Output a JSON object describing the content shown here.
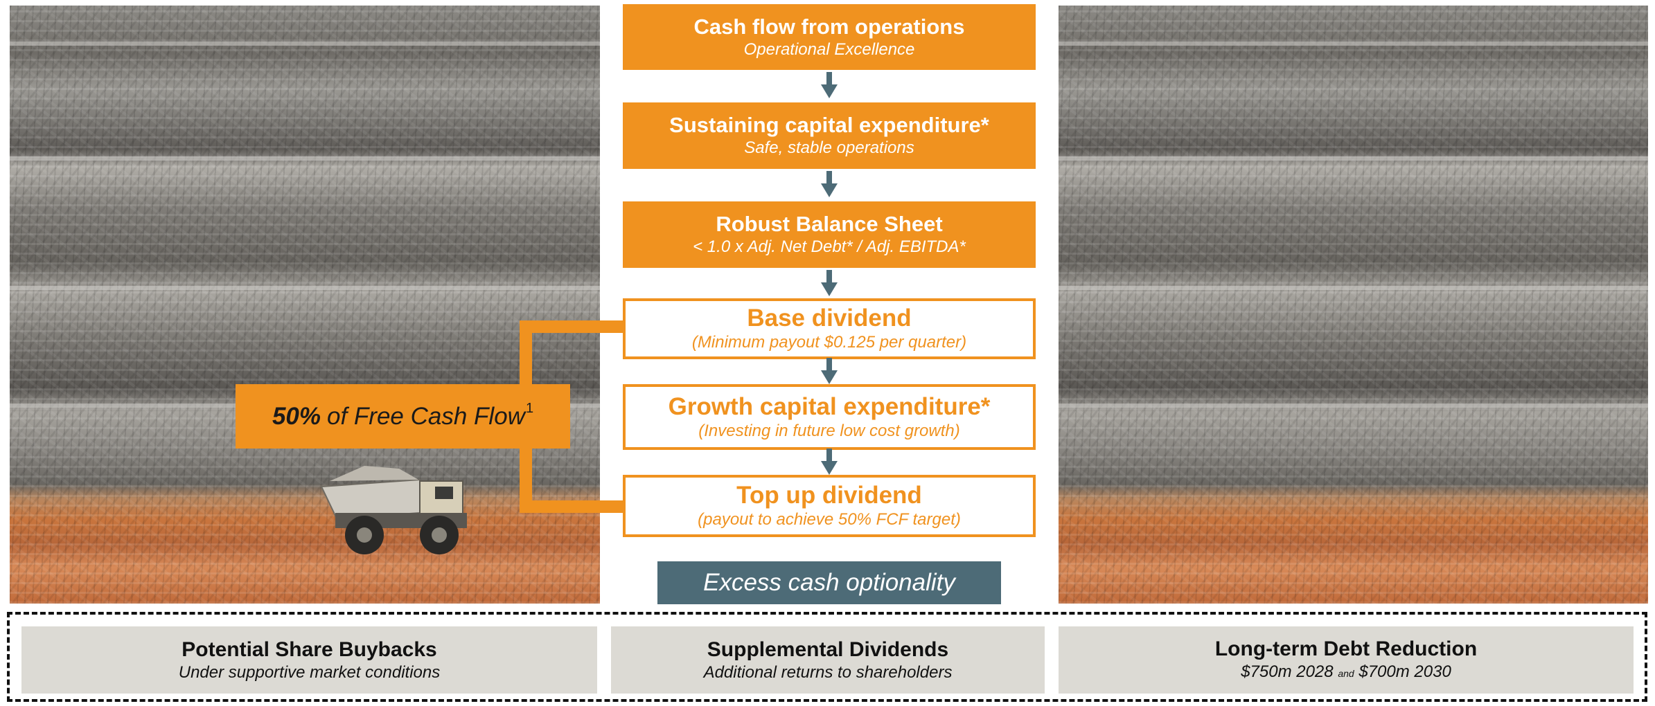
{
  "flow": {
    "steps": [
      {
        "title": "Cash flow from operations",
        "subtitle": "Operational Excellence"
      },
      {
        "title": "Sustaining capital expenditure*",
        "subtitle": "Safe, stable operations"
      },
      {
        "title": "Robust Balance Sheet",
        "subtitle": "< 1.0 x Adj. Net Debt* / Adj. EBITDA*"
      },
      {
        "title": "Base dividend",
        "subtitle": "(Minimum payout $0.125 per quarter)"
      },
      {
        "title": "Growth capital expenditure*",
        "subtitle": "(Investing in future low cost growth)"
      },
      {
        "title": "Top up dividend",
        "subtitle": "(payout to achieve 50% FCF target)"
      }
    ],
    "excess": "Excess cash optionality"
  },
  "fcf_callout": {
    "percent": "50%",
    "text": "of Free Cash Flow",
    "footnote": "1"
  },
  "options": [
    {
      "title": "Potential Share Buybacks",
      "subtitle": "Under supportive market conditions"
    },
    {
      "title": "Supplemental Dividends",
      "subtitle": "Additional returns to shareholders"
    },
    {
      "title": "Long-term Debt Reduction",
      "subtitle_a": "$750m 2028",
      "subtitle_and": "and",
      "subtitle_b": "$700m 2030"
    }
  ],
  "colors": {
    "orange": "#f0921f",
    "slate": "#4d6b77",
    "arrow": "#4d6b77",
    "option_bg": "#dcdad4"
  },
  "icons": {
    "flow_arrow": "arrow-down-icon",
    "photo": "mine-wall-photo",
    "truck": "haul-truck-icon"
  }
}
